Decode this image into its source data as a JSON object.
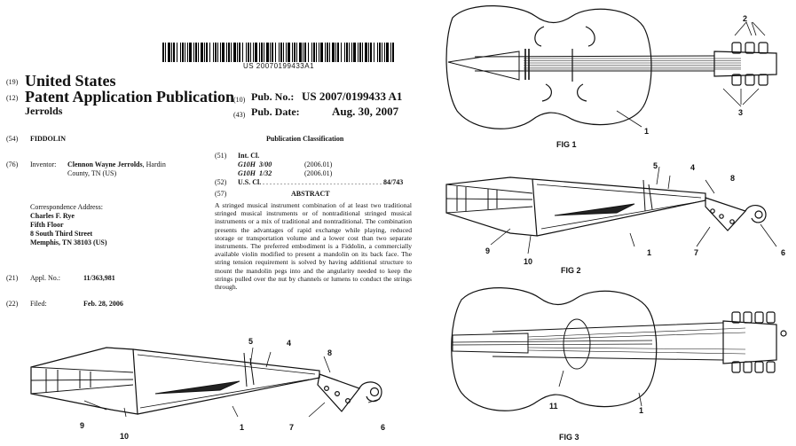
{
  "barcode": {
    "number": "US 20070199433A1"
  },
  "header": {
    "code19": "(19)",
    "country": "United States",
    "code12": "(12)",
    "doc_type": "Patent Application Publication",
    "inventor_short": "Jerrolds",
    "code10": "(10)",
    "pub_no_label": "Pub. No.:",
    "pub_no": "US 2007/0199433 A1",
    "code43": "(43)",
    "pub_date_label": "Pub. Date:",
    "pub_date": "Aug. 30, 2007"
  },
  "left_col": {
    "code54": "(54)",
    "title": "FIDDOLIN",
    "code76": "(76)",
    "inventor_label": "Inventor:",
    "inventor_name": "Clennon Wayne Jerrolds",
    "inventor_loc1": ", Hardin",
    "inventor_loc2": "County, TN (US)",
    "corr_label": "Correspondence Address:",
    "corr_lines": [
      "Charles F. Rye",
      "Fifth Floor",
      "8 South Third Street",
      "Memphis, TN 38103 (US)"
    ],
    "code21": "(21)",
    "appl_label": "Appl. No.:",
    "appl_no": "11/363,981",
    "code22": "(22)",
    "filed_label": "Filed:",
    "filed_date": "Feb. 28, 2006"
  },
  "right_col": {
    "pub_class": "Publication Classification",
    "code51": "(51)",
    "int_cl": "Int. Cl.",
    "class1": "G10H",
    "class1_sub": "3/00",
    "class1_date": "(2006.01)",
    "class2": "G10H",
    "class2_sub": "1/32",
    "class2_date": "(2006.01)",
    "code52": "(52)",
    "us_cl": "U.S. Cl.",
    "us_cl_value": "84/743",
    "code57": "(57)",
    "abstract_title": "ABSTRACT",
    "abstract": "A stringed musical instrument combination of at least two traditional stringed musical instruments or of nontraditional stringed musical instruments or a mix of traditional and nontraditional. The combination presents the advantages of rapid exchange while playing, reduced storage or transportation volume and a lower cost than two separate instruments. The preferred embodiment is a Fiddolin, a commercially available violin modified to present a mandolin on its back face. The string tension requirement is solved by having additional structure to mount the mandolin pegs into and the angularity needed to keep the strings pulled over the nut by channels or lumens to conduct the strings through."
  },
  "figures": {
    "fig1": "FIG 1",
    "fig2": "FIG 2",
    "fig3": "FIG 3",
    "fig1_refs": [
      "2",
      "3",
      "1"
    ],
    "fig2_refs": [
      "5",
      "4",
      "8",
      "9",
      "10",
      "1",
      "7",
      "6"
    ],
    "fig3_refs": [
      "11",
      "1"
    ],
    "bottom_refs": [
      "5",
      "4",
      "8",
      "9",
      "10",
      "1",
      "7",
      "6"
    ]
  }
}
